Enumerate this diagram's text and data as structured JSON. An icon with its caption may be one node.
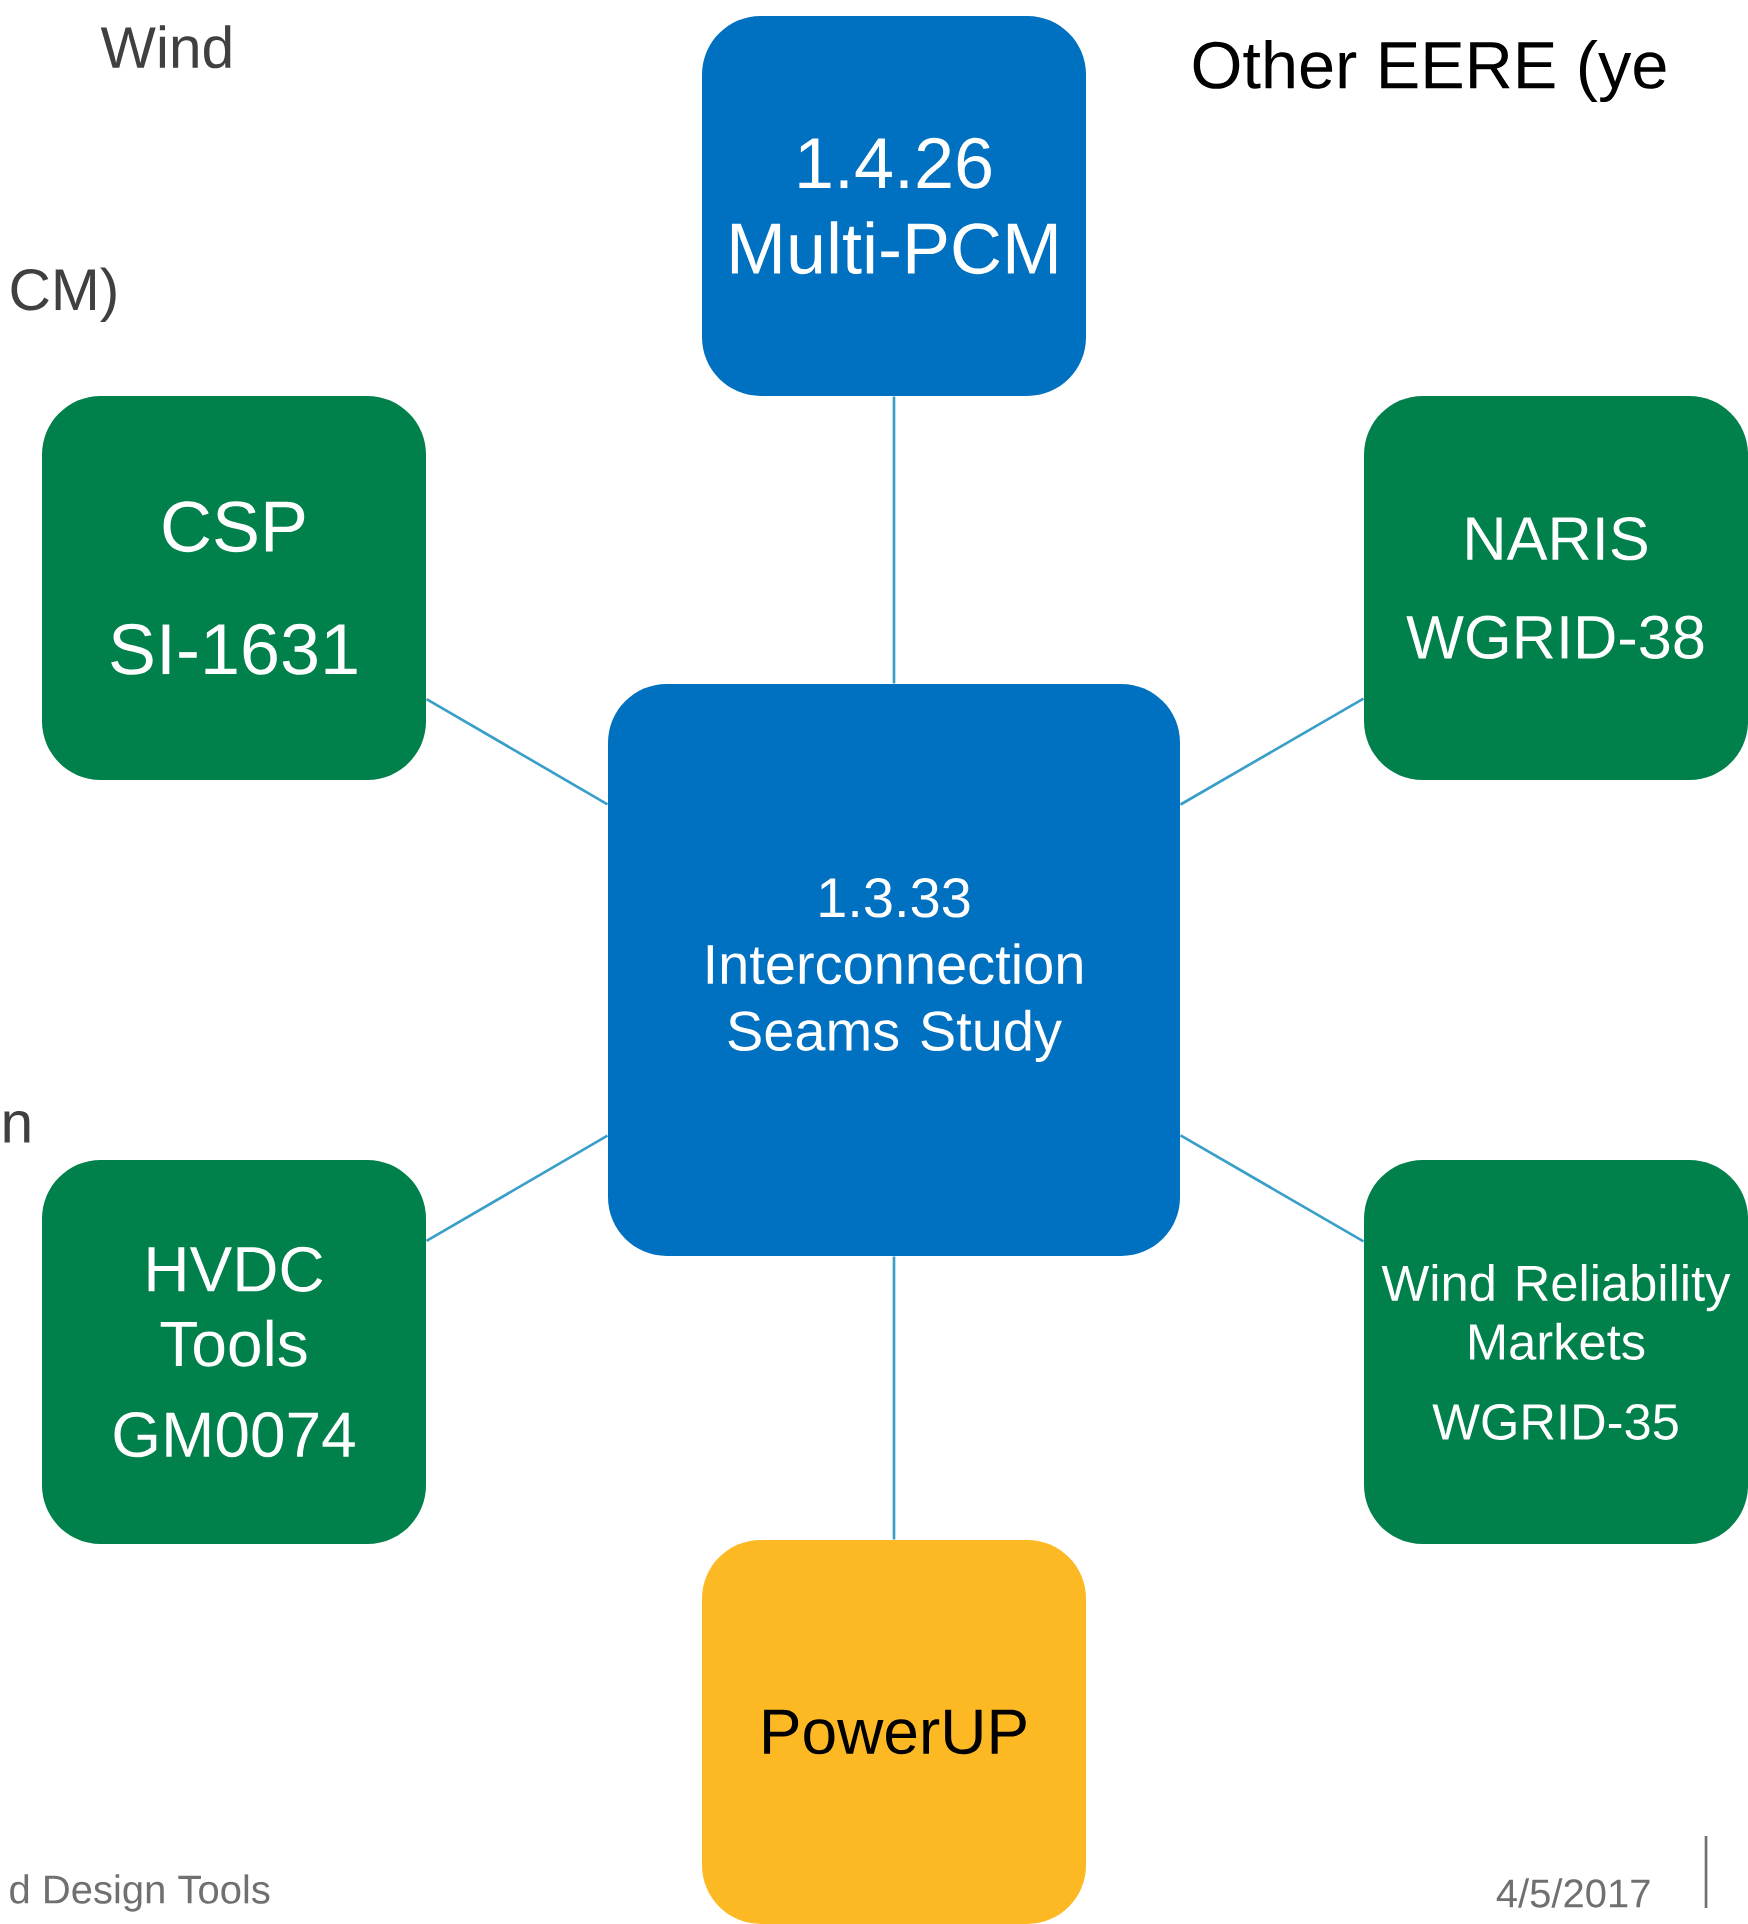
{
  "diagram": {
    "nodes": [
      {
        "text": [
          "1.3.33 Interconnection Seams Study"
        ]
      },
      {
        "text": [
          "1.4.26 Multi-PCM"
        ]
      },
      {
        "text": [
          "CSP",
          "SI-1631"
        ]
      },
      {
        "text": [
          "NARIS",
          "WGRID-38"
        ]
      },
      {
        "text": [
          "HVDC Tools",
          "GM0074"
        ]
      },
      {
        "text": [
          "Wind Reliability Markets",
          "WGRID-35"
        ]
      },
      {
        "text": [
          "PowerUP"
        ]
      }
    ],
    "edges": [
      {
        "from": 0,
        "to": 1,
        "arrow": "none"
      },
      {
        "from": 0,
        "to": 2,
        "arrow": "none"
      },
      {
        "from": 0,
        "to": 3,
        "arrow": "none"
      },
      {
        "from": 0,
        "to": 4,
        "arrow": "none"
      },
      {
        "from": 0,
        "to": 5,
        "arrow": "none"
      },
      {
        "from": 0,
        "to": 6,
        "arrow": "none"
      }
    ],
    "labels": [
      "Wind",
      "Other EERE (ye",
      "CM)",
      "n",
      "d Design Tools",
      "4/5/2017"
    ]
  }
}
